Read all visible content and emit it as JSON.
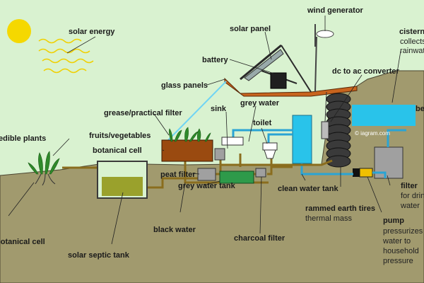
{
  "labels": {
    "solar_energy": "solar energy",
    "solar_panel": "solar panel",
    "wind_generator": "wind generator",
    "cistern_title": "cistern",
    "cistern_line1": "collects",
    "cistern_line2": "rainwater",
    "battery": "battery",
    "dc_ac": "dc to ac converter",
    "glass_panels": "glass panels",
    "berm": "berm",
    "grey_water": "grey water",
    "sink": "sink",
    "grease_filter": "grease/practical filter",
    "toilet": "toilet",
    "fruits": "fruits/vegetables",
    "edible_plants": "edible plants",
    "botanical_cell_upper": "botanical cell",
    "peat_filter": "peat filter",
    "clean_water_tank": "clean water tank",
    "filter_title": "filter",
    "filter_line1": "for drinking",
    "filter_line2": "water",
    "grey_water_tank": "grey water tank",
    "rammed_title": "rammed earth tires",
    "rammed_sub": "thermal mass",
    "pump_title": "pump",
    "pump_line1": "pressurizes",
    "pump_line2": "water to",
    "pump_line3": "household",
    "pump_line4": "pressure",
    "botanical_cell_lower": "botanical cell",
    "black_water": "black water",
    "charcoal_filter": "charcoal filter",
    "solar_septic_tank": "solar septic tank",
    "watermark": "© iagram.com"
  },
  "colors": {
    "sky": "#d9f2d0",
    "ground": "#a19a6e",
    "sun": "#f5d800",
    "water": "#29c3ea",
    "pipe_brown": "#8a6d1e",
    "pipe_blue": "#2aa4d4",
    "septic_fill": "#9aa12c",
    "roof": "#c8641e",
    "tire": "#3a3a3a",
    "grey_water_tank": "#2e9a4a"
  }
}
